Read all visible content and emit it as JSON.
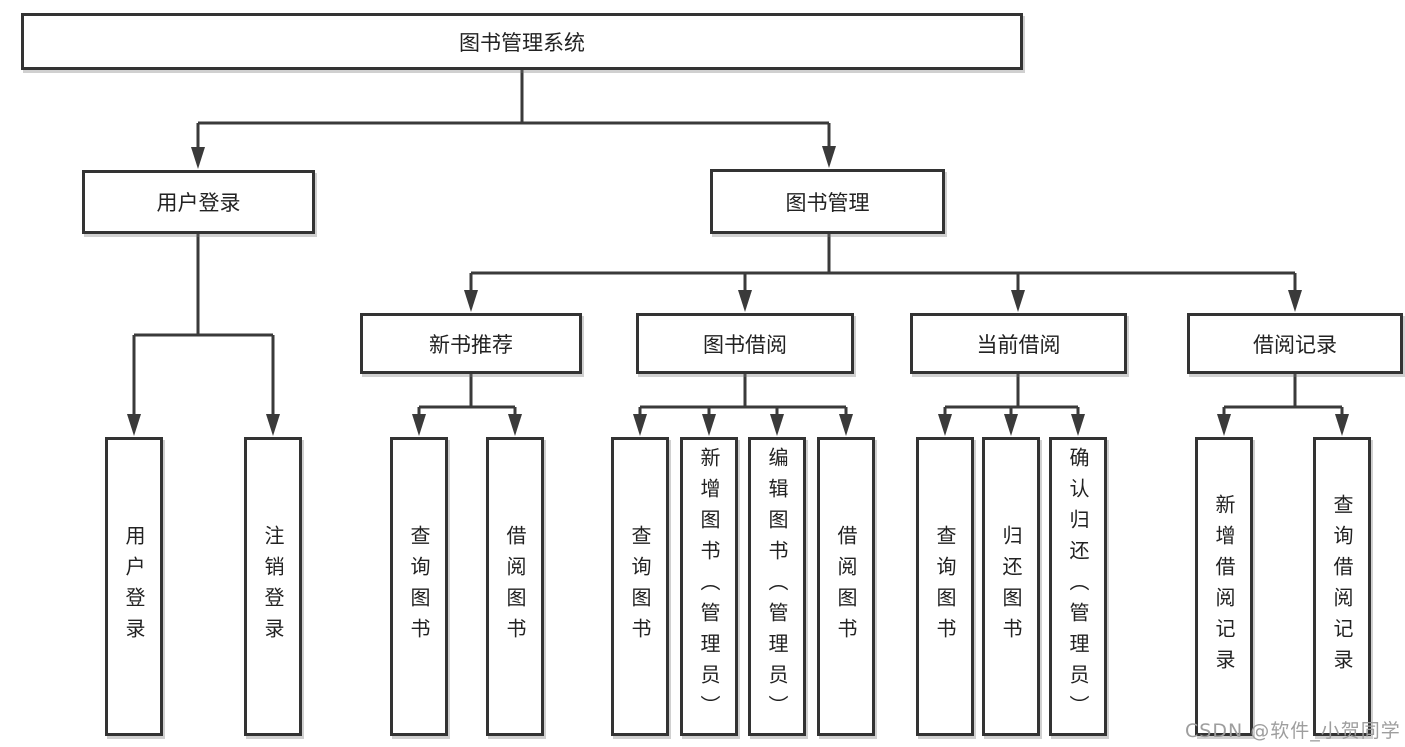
{
  "diagram": {
    "root": {
      "label": "图书管理系统"
    },
    "level2": [
      {
        "id": "user-login",
        "label": "用户登录"
      },
      {
        "id": "book-management",
        "label": "图书管理"
      }
    ],
    "level3": [
      {
        "id": "new-book-recommend",
        "label": "新书推荐",
        "parent": "图书管理"
      },
      {
        "id": "book-borrowing",
        "label": "图书借阅",
        "parent": "图书管理"
      },
      {
        "id": "current-borrowing",
        "label": "当前借阅",
        "parent": "图书管理"
      },
      {
        "id": "borrowing-records",
        "label": "借阅记录",
        "parent": "图书管理"
      }
    ],
    "leaves": [
      {
        "parent": "用户登录",
        "label": "用户登录"
      },
      {
        "parent": "用户登录",
        "label": "注销登录"
      },
      {
        "parent": "新书推荐",
        "label": "查询图书"
      },
      {
        "parent": "新书推荐",
        "label": "借阅图书"
      },
      {
        "parent": "图书借阅",
        "label": "查询图书"
      },
      {
        "parent": "图书借阅",
        "label": "新增图书（管理员）"
      },
      {
        "parent": "图书借阅",
        "label": "编辑图书（管理员）"
      },
      {
        "parent": "图书借阅",
        "label": "借阅图书"
      },
      {
        "parent": "当前借阅",
        "label": "查询图书"
      },
      {
        "parent": "当前借阅",
        "label": "归还图书"
      },
      {
        "parent": "当前借阅",
        "label": "确认归还（管理员）"
      },
      {
        "parent": "借阅记录",
        "label": "新增借阅记录"
      },
      {
        "parent": "借阅记录",
        "label": "查询借阅记录"
      }
    ],
    "watermark": "CSDN @软件_小贺同学",
    "colors": {
      "line": "#3a3a3a",
      "box_border": "#333333",
      "text": "#222222",
      "watermark": "#9e9e9e",
      "background": "#ffffff"
    }
  }
}
